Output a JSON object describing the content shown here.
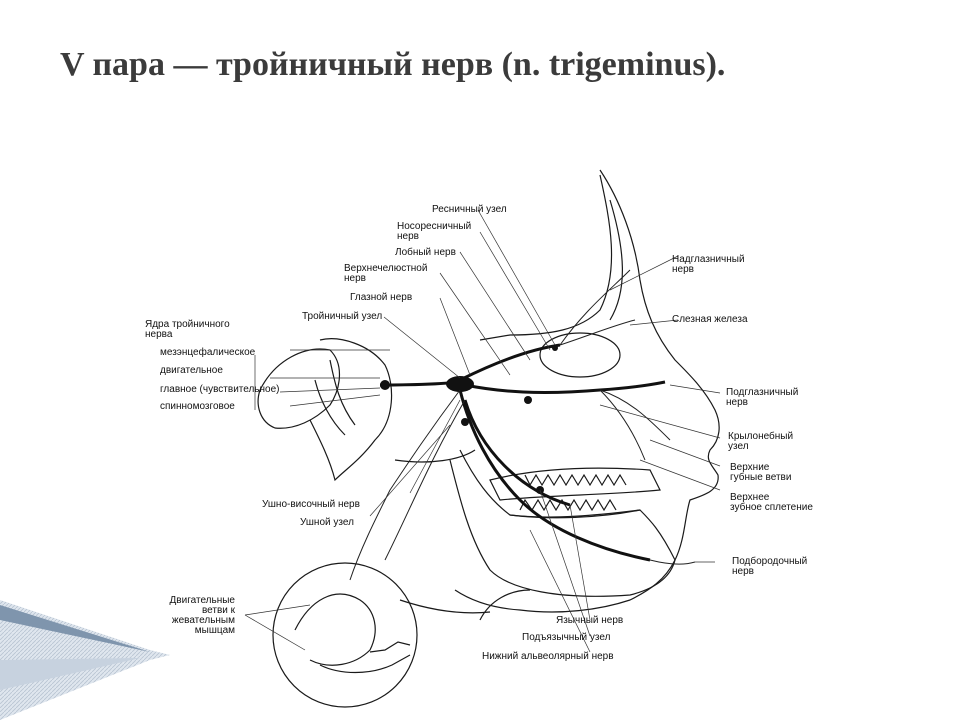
{
  "slide": {
    "title": "V пара — тройничный нерв (n. trigeminus)."
  },
  "diagram": {
    "labels": {
      "ciliary_ganglion": "Ресничный узел",
      "nasociliary_nerve": "Носоресничный\nнерв",
      "frontal_nerve": "Лобный нерв",
      "maxillary_nerve": "Верхнечелюстной\nнерв",
      "ophthalmic_nerve": "Глазной нерв",
      "trigeminal_ganglion": "Тройничный узел",
      "nuclei_title": "Ядра тройничного\nнерва",
      "nucleus_mesencephalic": "мезэнцефалическое",
      "nucleus_motor": "двигательное",
      "nucleus_main": "главное (чувствительное)",
      "nucleus_spinal": "спинномозговое",
      "auriculotemporal_nerve": "Ушно-височный нерв",
      "otic_ganglion": "Ушной узел",
      "motor_branches": "Двигательные\nветви к\nжевательным\nмышцам",
      "supraorbital_nerve": "Надглазничный\nнерв",
      "lacrimal_gland": "Слезная железа",
      "infraorbital_nerve": "Подглазничный\nнерв",
      "pterygopalatine_ganglion": "Крылонебный\nузел",
      "upper_labial_branches": "Верхние\nгубные ветви",
      "upper_dental_plexus": "Верхнее\nзубное сплетение",
      "mental_nerve": "Подбородочный\nнерв",
      "lingual_nerve": "Язычный нерв",
      "submandibular_ganglion": "Подъязычный узел",
      "inferior_alveolar_nerve": "Нижний альвеолярный нерв"
    }
  }
}
